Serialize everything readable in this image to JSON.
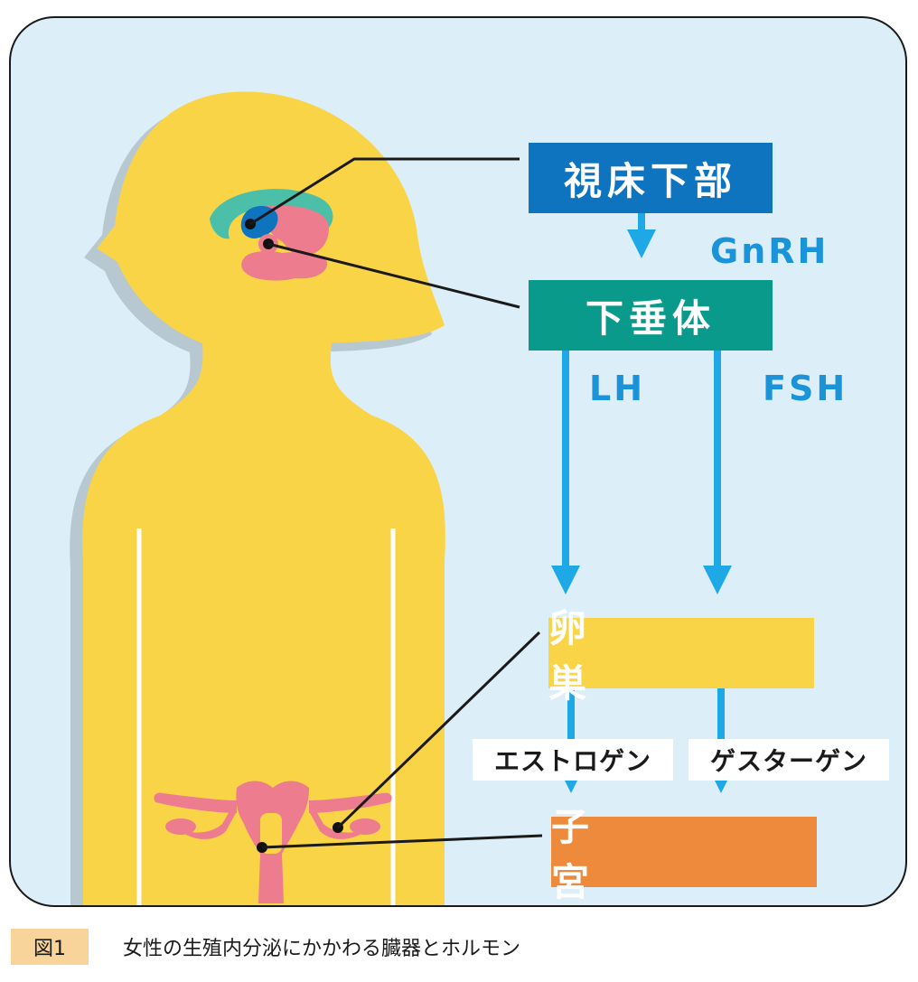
{
  "diagram": {
    "boxes": {
      "hypothalamus": "視床下部",
      "pituitary": "下垂体",
      "ovary": "卵　巣",
      "uterus": "子　宮"
    },
    "hormones": {
      "gnrh": "GnRH",
      "lh": "LH",
      "fsh": "FSH",
      "estrogen": "エストロゲン",
      "gestagen": "ゲスターゲン"
    },
    "colors": {
      "background": "#dceef8",
      "body": "#fad447",
      "body_shadow": "#b7c8d1",
      "hypothalamus": "#0e74bf",
      "pituitary": "#0a9a8c",
      "ovary": "#fad447",
      "uterus": "#ee8a3c",
      "arrow": "#1fa8e6",
      "organ_pink": "#ec7c8e"
    }
  },
  "caption": {
    "figure_number": "図1",
    "text": "女性の生殖内分泌にかかわる臓器とホルモン"
  }
}
